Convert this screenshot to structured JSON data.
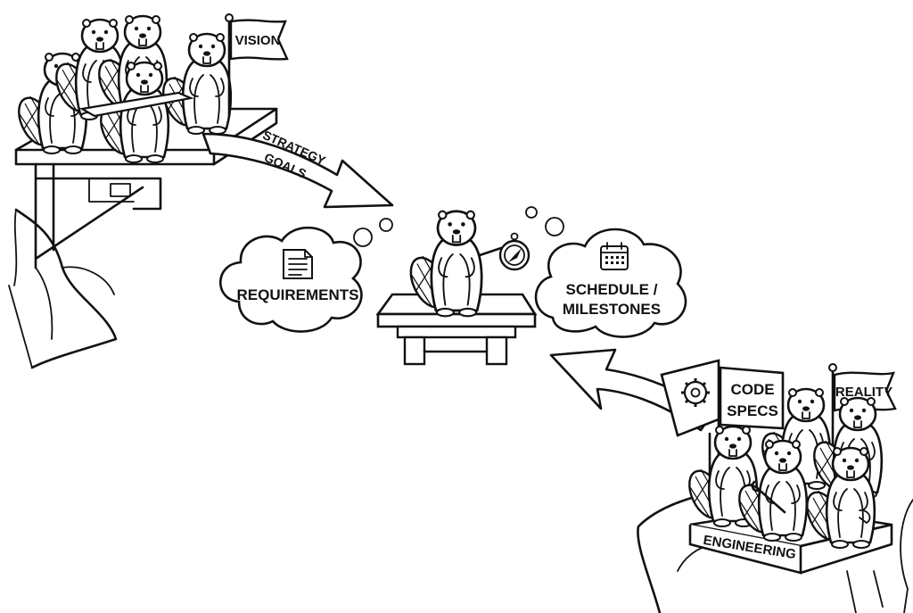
{
  "labels": {
    "vision_flag": "VISION",
    "strategy": "STRATEGY",
    "goals": "GOALS",
    "requirements": "REQUIREMENTS",
    "schedule": "SCHEDULE /",
    "milestones": "MILESTONES",
    "code": "CODE",
    "specs": "SPECS",
    "reality_flag": "REALITY",
    "engineering": "ENGINEERING"
  },
  "icons": {
    "requirements": "document-icon",
    "schedule": "calendar-icon",
    "compass": "compass-icon",
    "code_specs": "gear-icon"
  },
  "colors": {
    "ink": "#111111",
    "paper": "#ffffff"
  }
}
